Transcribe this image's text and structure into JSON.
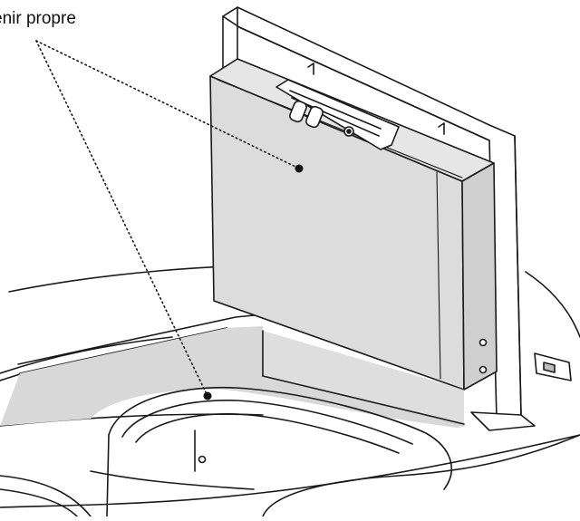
{
  "callout": {
    "label": "enir propre"
  },
  "colors": {
    "line": "#1a1a1a",
    "panel_fill": "#dcdcdc",
    "panel_edge": "#cfcfcf",
    "shadow_fill": "#bdbdbd",
    "background": "#ffffff"
  },
  "markers": [
    "lid-inner-surface-marker",
    "basin-rim-marker"
  ]
}
